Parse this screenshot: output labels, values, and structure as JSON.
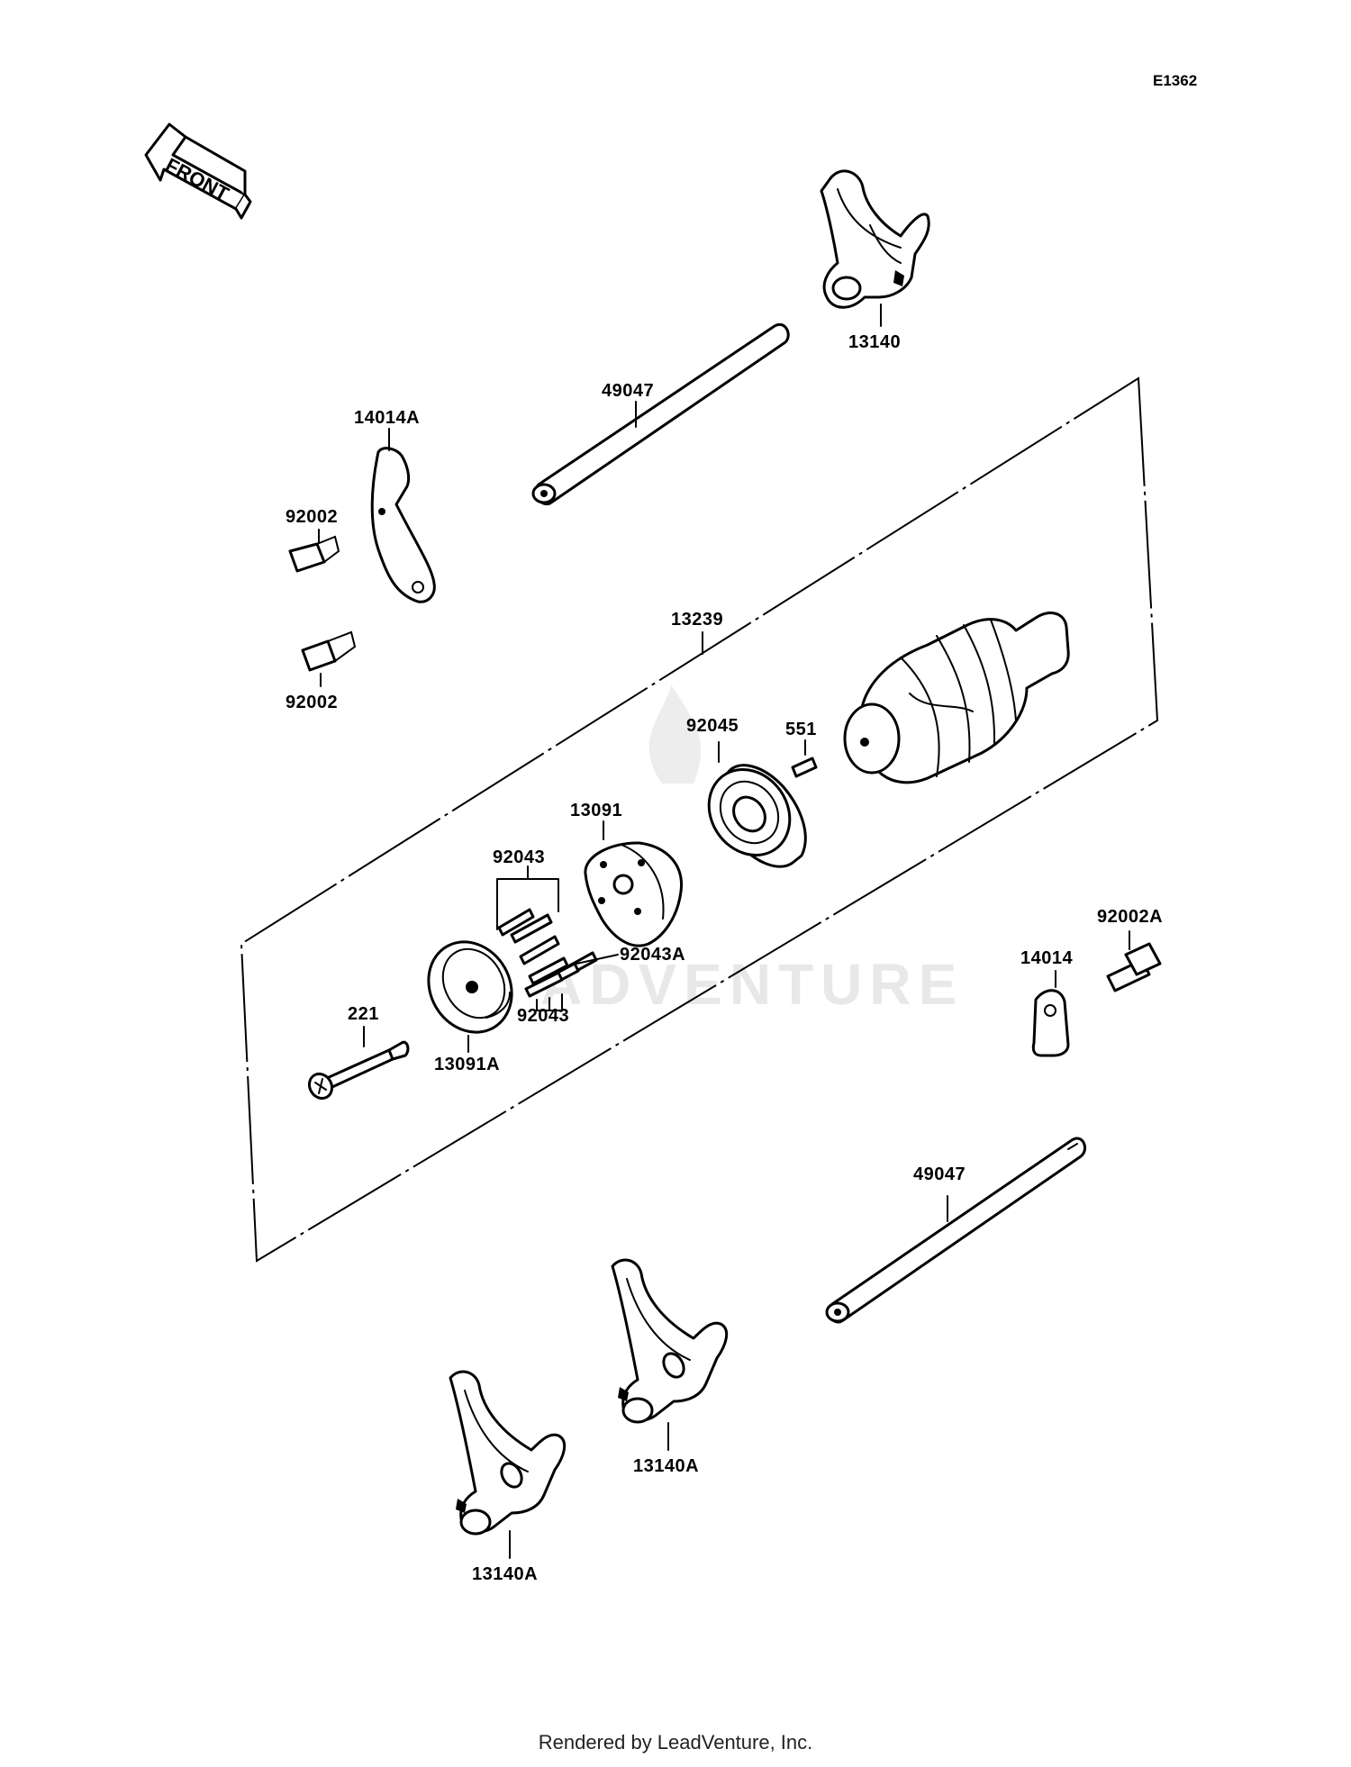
{
  "diagram": {
    "code": "E1362",
    "front_label": "FRONT",
    "watermark": "ADVENTURE",
    "footer": "Rendered by LeadVenture, Inc."
  },
  "parts": {
    "fork_top": "13140",
    "shaft_top": "49047",
    "plate_a": "14014A",
    "bolt_top": "92002",
    "bolt_lower": "92002",
    "drum_group": "13239",
    "bearing": "92045",
    "pin_551": "551",
    "holder": "13091",
    "pins_upper": "92043",
    "pin_a": "92043A",
    "pins_lower": "92043",
    "bolt_221": "221",
    "plate_13091a": "13091A",
    "bolt_a": "92002A",
    "plate_14014": "14014",
    "shaft_bottom": "49047",
    "fork_mid": "13140A",
    "fork_bottom": "13140A"
  }
}
